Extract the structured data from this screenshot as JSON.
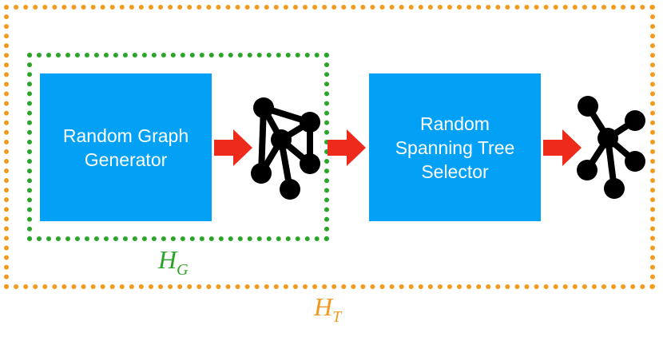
{
  "blocks": {
    "generator": "Random Graph\nGenerator",
    "selector": "Random\nSpanning Tree\nSelector"
  },
  "labels": {
    "hg_main": "H",
    "hg_sub": "G",
    "ht_main": "H",
    "ht_sub": "T"
  },
  "colors": {
    "outer_border": "#f39a1e",
    "inner_border": "#2aa52a",
    "block_fill": "#03a1f5",
    "arrow": "#ee2a1a",
    "icon": "#000000"
  },
  "icons": [
    "arrow-right-icon",
    "graph-icon",
    "arrow-right-icon",
    "arrow-right-icon",
    "tree-icon"
  ]
}
